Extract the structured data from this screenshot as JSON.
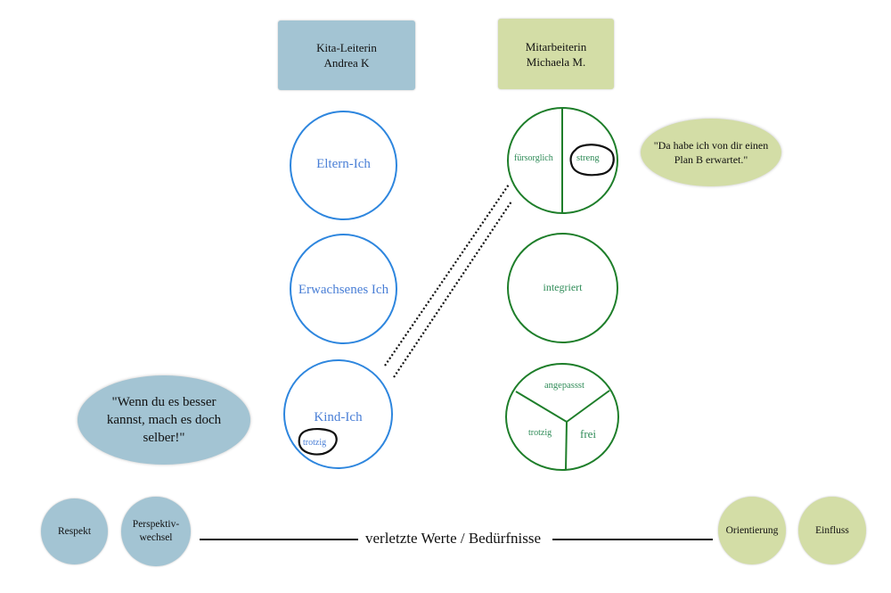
{
  "colors": {
    "left_fill": "#a3c4d3",
    "right_fill": "#d3dda6",
    "left_stroke": "#2e86de",
    "right_stroke": "#1e7e2a",
    "left_text": "#4a7fd6",
    "right_text": "#2e8b57"
  },
  "left_person": {
    "header": "Kita-Leiterin\nAndrea K",
    "ego_states": {
      "parent": "Eltern-Ich",
      "adult": "Erwachsenes Ich",
      "child": "Kind-Ich",
      "child_marked": "trotzig"
    },
    "quote": "\"Wenn du es besser kannst, mach es doch selber!\""
  },
  "right_person": {
    "header": "Mitarbeiterin\nMichaela M.",
    "ego_states": {
      "parent_left": "fürsorglich",
      "parent_right_marked": "streng",
      "adult": "integriert",
      "child_top": "angepassst",
      "child_left": "trotzig",
      "child_right": "frei"
    },
    "quote": "\"Da habe ich von dir einen Plan B erwartet.\""
  },
  "values_bar": {
    "label": "verletzte Werte / Bedürfnisse",
    "left_values": [
      "Respekt",
      "Perspektiv-\nwechsel"
    ],
    "right_values": [
      "Orientierung",
      "Einfluss"
    ]
  }
}
